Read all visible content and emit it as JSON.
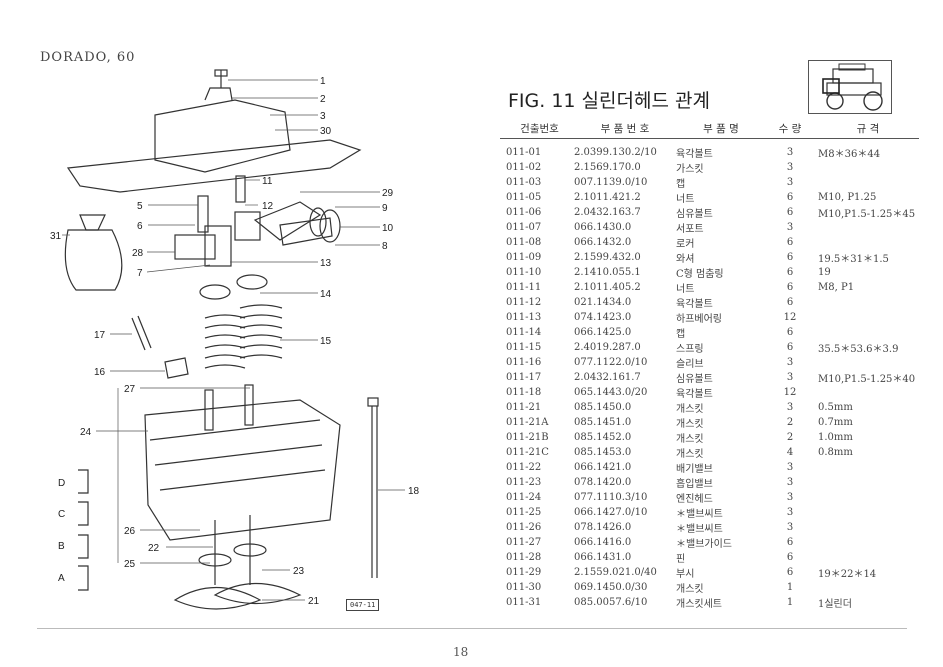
{
  "header": {
    "model": "DORADO, 60"
  },
  "figure": {
    "title": "FIG. 11 실린더헤드 관계",
    "code": "047-11"
  },
  "columns": [
    "건출번호",
    "부 품 번 호",
    "부 품 명",
    "수 량",
    "규 격"
  ],
  "rows": [
    [
      "011-01",
      "2.0399.130.2/10",
      "육각볼트",
      "3",
      "M8＊36＊44"
    ],
    [
      "011-02",
      "2.1569.170.0",
      "가스킷",
      "3",
      ""
    ],
    [
      "011-03",
      "007.1139.0/10",
      "캡",
      "3",
      ""
    ],
    [
      "011-05",
      "2.1011.421.2",
      "너트",
      "6",
      "M10, P1.25"
    ],
    [
      "011-06",
      "2.0432.163.7",
      "심유볼트",
      "6",
      "M10,P1.5-1.25＊45"
    ],
    [
      "011-07",
      "066.1430.0",
      "서포트",
      "3",
      ""
    ],
    [
      "011-08",
      "066.1432.0",
      "로커",
      "6",
      ""
    ],
    [
      "011-09",
      "2.1599.432.0",
      "와셔",
      "6",
      "19.5＊31＊1.5"
    ],
    [
      "011-10",
      "2.1410.055.1",
      "C형 멈춤링",
      "6",
      "19"
    ],
    [
      "011-11",
      "2.1011.405.2",
      "너트",
      "6",
      "M8, P1"
    ],
    [
      "011-12",
      "021.1434.0",
      "육각볼트",
      "6",
      ""
    ],
    [
      "011-13",
      "074.1423.0",
      "하프베어링",
      "12",
      ""
    ],
    [
      "011-14",
      "066.1425.0",
      "캡",
      "6",
      ""
    ],
    [
      "011-15",
      "2.4019.287.0",
      "스프링",
      "6",
      "35.5＊53.6＊3.9"
    ],
    [
      "011-16",
      "077.1122.0/10",
      "슬리브",
      "3",
      ""
    ],
    [
      "011-17",
      "2.0432.161.7",
      "심유볼트",
      "3",
      "M10,P1.5-1.25＊40"
    ],
    [
      "011-18",
      "065.1443.0/20",
      "육각볼트",
      "12",
      ""
    ],
    [
      "011-21",
      "085.1450.0",
      "개스킷",
      "3",
      "0.5mm"
    ],
    [
      "011-21A",
      "085.1451.0",
      "개스킷",
      "2",
      "0.7mm"
    ],
    [
      "011-21B",
      "085.1452.0",
      "개스킷",
      "2",
      "1.0mm"
    ],
    [
      "011-21C",
      "085.1453.0",
      "개스킷",
      "4",
      "0.8mm"
    ],
    [
      "011-22",
      "066.1421.0",
      "배기밸브",
      "3",
      ""
    ],
    [
      "011-23",
      "078.1420.0",
      "흡입밸브",
      "3",
      ""
    ],
    [
      "011-24",
      "077.1110.3/10",
      "엔진헤드",
      "3",
      ""
    ],
    [
      "011-25",
      "066.1427.0/10",
      "＊밸브씨트",
      "3",
      ""
    ],
    [
      "011-26",
      "078.1426.0",
      "＊밸브씨트",
      "3",
      ""
    ],
    [
      "011-27",
      "066.1416.0",
      "＊밸브가이드",
      "6",
      ""
    ],
    [
      "011-28",
      "066.1431.0",
      "핀",
      "6",
      ""
    ],
    [
      "011-29",
      "2.1559.021.0/40",
      "부시",
      "6",
      "19＊22＊14"
    ],
    [
      "011-30",
      "069.1450.0/30",
      "개스킷",
      "1",
      ""
    ],
    [
      "011-31",
      "085.0057.6/10",
      "개스킷세트",
      "1",
      "1실린더"
    ]
  ],
  "callouts": [
    "1",
    "2",
    "3",
    "30",
    "11",
    "29",
    "5",
    "12",
    "9",
    "6",
    "10",
    "31",
    "28",
    "8",
    "7",
    "13",
    "14",
    "17",
    "15",
    "16",
    "27",
    "24",
    "18",
    "D",
    "C",
    "B",
    "A",
    "26",
    "22",
    "23",
    "25",
    "21"
  ],
  "page": {
    "number": "18"
  }
}
